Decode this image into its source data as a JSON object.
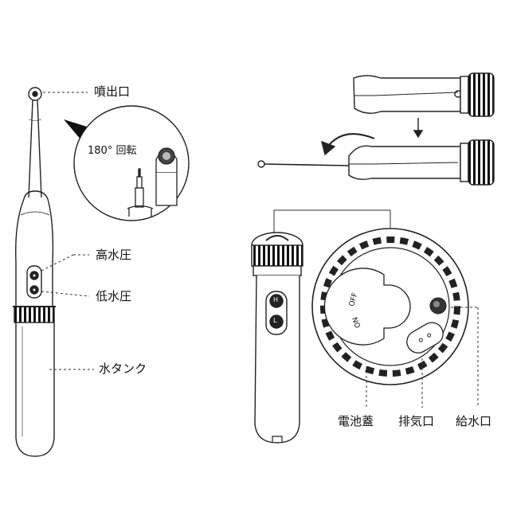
{
  "labels": {
    "nozzle": "噴出口",
    "rotation": "180° 回転",
    "high_pressure": "高水圧",
    "low_pressure": "低水圧",
    "water_tank": "水タンク",
    "battery_cover": "電池蓋",
    "vent": "排気口",
    "water_inlet": "給水口"
  },
  "buttons": {
    "high": "H",
    "low": "L"
  },
  "dial": {
    "off": "OFF",
    "on": "ON"
  }
}
